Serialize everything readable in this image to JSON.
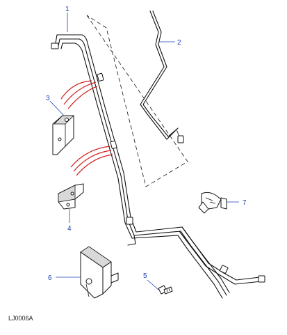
{
  "diagram": {
    "callouts": [
      {
        "id": "callout-1",
        "label": "1"
      },
      {
        "id": "callout-2",
        "label": "2"
      },
      {
        "id": "callout-3",
        "label": "3"
      },
      {
        "id": "callout-4",
        "label": "4"
      },
      {
        "id": "callout-5",
        "label": "5"
      },
      {
        "id": "callout-6",
        "label": "6"
      },
      {
        "id": "callout-7",
        "label": "7"
      }
    ],
    "reference_code": "LJ0006A",
    "colors": {
      "callout_text": "#1a3fb0",
      "line_art": "#111111",
      "highlight_clips": "#d41a1a",
      "background": "#ffffff"
    }
  }
}
